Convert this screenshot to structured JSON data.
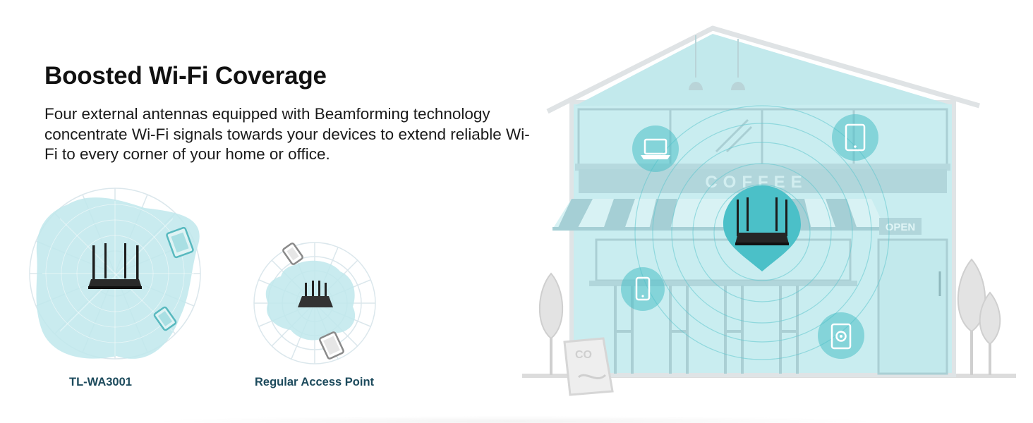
{
  "heading": "Boosted Wi-Fi Coverage",
  "description": "Four external antennas equipped with Beamforming technology concentrate Wi-Fi signals towards your devices to extend reliable Wi-Fi to every corner of your home or office.",
  "comparison": {
    "left_label": "TL-WA3001",
    "right_label": "Regular Access Point"
  },
  "cafe": {
    "sign_text": "COFFEE",
    "door_sign": "OPEN",
    "board_text": "CO"
  },
  "colors": {
    "coverage_fill": "#b9e6ea",
    "accent_teal": "#4bbfc6",
    "grid_line": "#d9e6ea",
    "caption": "#1c4a5c"
  }
}
